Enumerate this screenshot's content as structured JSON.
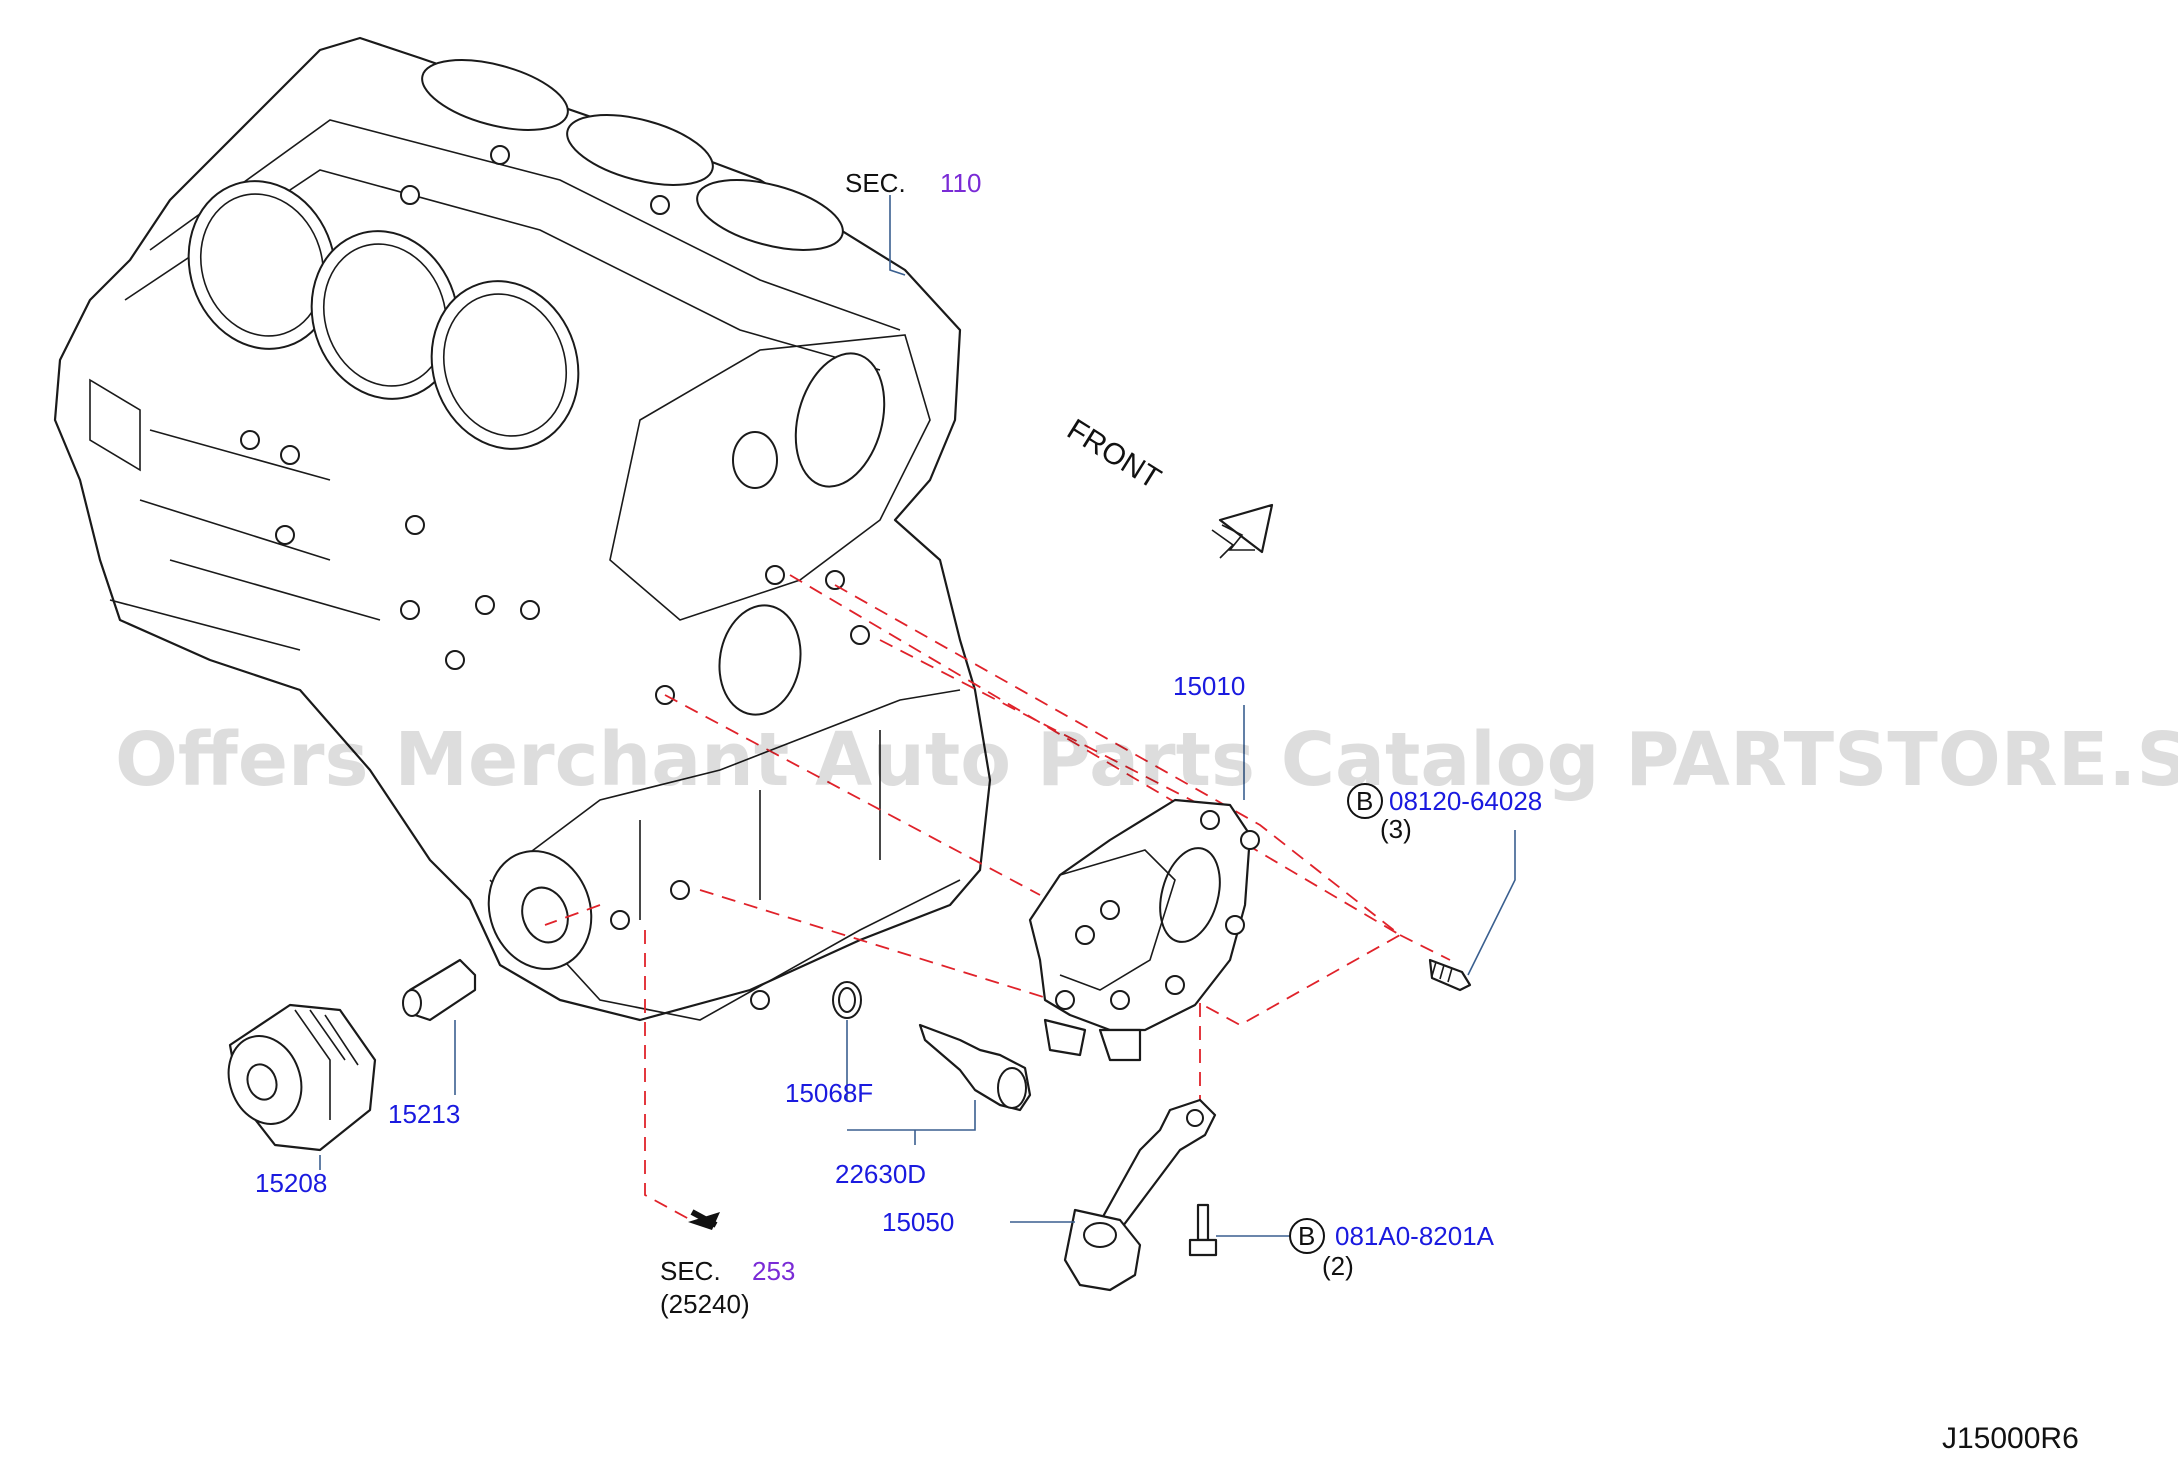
{
  "labels": {
    "sec_110_prefix": "SEC.",
    "sec_110_num": "110",
    "front": "FRONT",
    "part_15010": "15010",
    "bolt_b1_circle": "B",
    "bolt_b1_part": "08120-64028",
    "bolt_b1_qty": "(3)",
    "part_15213": "15213",
    "part_15208": "15208",
    "part_15068f": "15068F",
    "part_22630d": "22630D",
    "part_15050": "15050",
    "bolt_b2_circle": "B",
    "bolt_b2_part": "081A0-8201A",
    "bolt_b2_qty": "(2)",
    "sec_253_prefix": "SEC.",
    "sec_253_num": "253",
    "sec_253_sub": "(25240)",
    "diagram_code": "J15000R6"
  },
  "watermark": "Offers Merchant Auto Parts Catalog PARTSTORE.SA",
  "colors": {
    "part_number": "#1a1adf",
    "section_number": "#7a2bd6",
    "text": "#111111",
    "dashed_lines": "#e0222a",
    "leader_lines": "#3a5f8f"
  }
}
